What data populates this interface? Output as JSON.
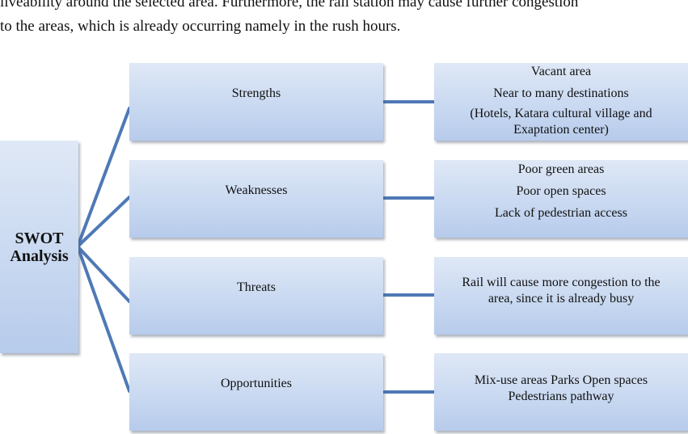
{
  "intro_text": {
    "line1": "liveability around the selected area. Furthermore, the rail station may cause further congestion",
    "line2": "to the areas, which is already occurring namely in the rush hours."
  },
  "diagram": {
    "root": {
      "line1": "SWOT",
      "line2": "Analysis"
    },
    "branches": [
      {
        "label": "Strengths",
        "details": [
          "Vacant area",
          "Near to many destinations",
          "(Hotels, Katara cultural village and",
          "Exaptation center)"
        ]
      },
      {
        "label": "Weaknesses",
        "details": [
          "Poor green areas",
          "Poor open spaces",
          "Lack of pedestrian access"
        ]
      },
      {
        "label": "Threats",
        "details": [
          "Rail will cause more congestion to the",
          "area, since it is already busy"
        ]
      },
      {
        "label": "Opportunities",
        "details": [
          "Mix-use areas Parks Open spaces",
          "Pedestrians pathway"
        ]
      }
    ],
    "connector_color": "#4f79b6"
  }
}
